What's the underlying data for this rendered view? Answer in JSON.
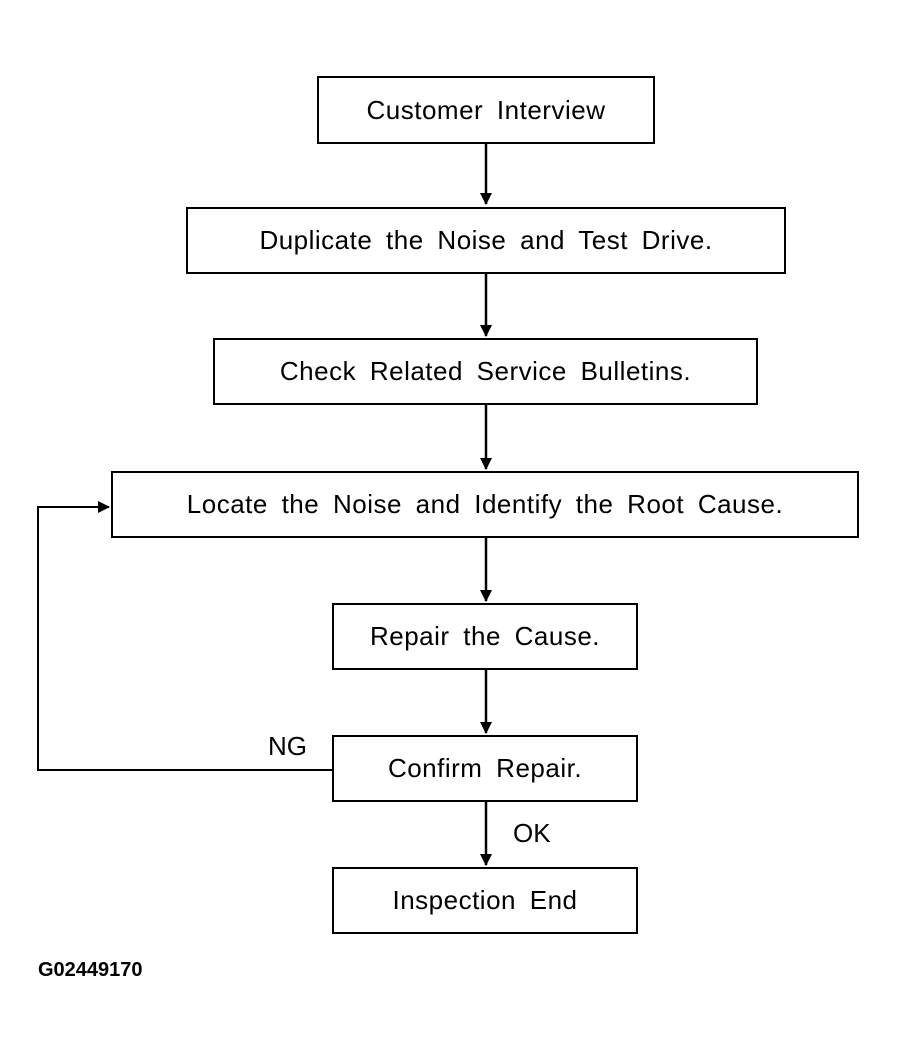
{
  "steps": [
    {
      "id": "customer-interview",
      "label": "Customer Interview"
    },
    {
      "id": "duplicate-noise",
      "label": "Duplicate the Noise and Test Drive."
    },
    {
      "id": "check-bulletins",
      "label": "Check Related Service Bulletins."
    },
    {
      "id": "locate-noise",
      "label": "Locate the Noise and Identify the Root Cause."
    },
    {
      "id": "repair-cause",
      "label": "Repair the Cause."
    },
    {
      "id": "confirm-repair",
      "label": "Confirm Repair."
    },
    {
      "id": "inspection-end",
      "label": "Inspection End"
    }
  ],
  "branches": {
    "ng_label": "NG",
    "ok_label": "OK"
  },
  "figure_id": "G02449170",
  "colors": {
    "line": "#000000",
    "box_border": "#000000",
    "background": "#ffffff"
  }
}
